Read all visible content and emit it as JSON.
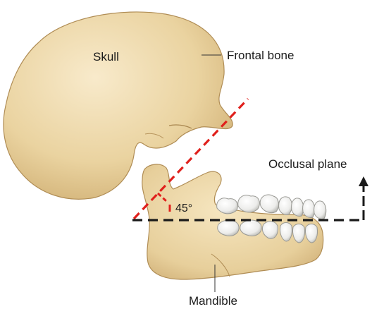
{
  "labels": {
    "skull": "Skull",
    "frontal_bone": "Frontal bone",
    "occlusal_plane": "Occlusal plane",
    "angle": "45°",
    "mandible": "Mandible"
  },
  "colors": {
    "bone_fill": "#ead3a0",
    "bone_light": "#f6e7c4",
    "bone_shadow": "#c9a66c",
    "bone_outline": "#a8864f",
    "red_line": "#e0201c",
    "black_line": "#1a1a1a",
    "tooth_fill": "#f4f4f0",
    "tooth_shade": "#c9c9c4"
  }
}
